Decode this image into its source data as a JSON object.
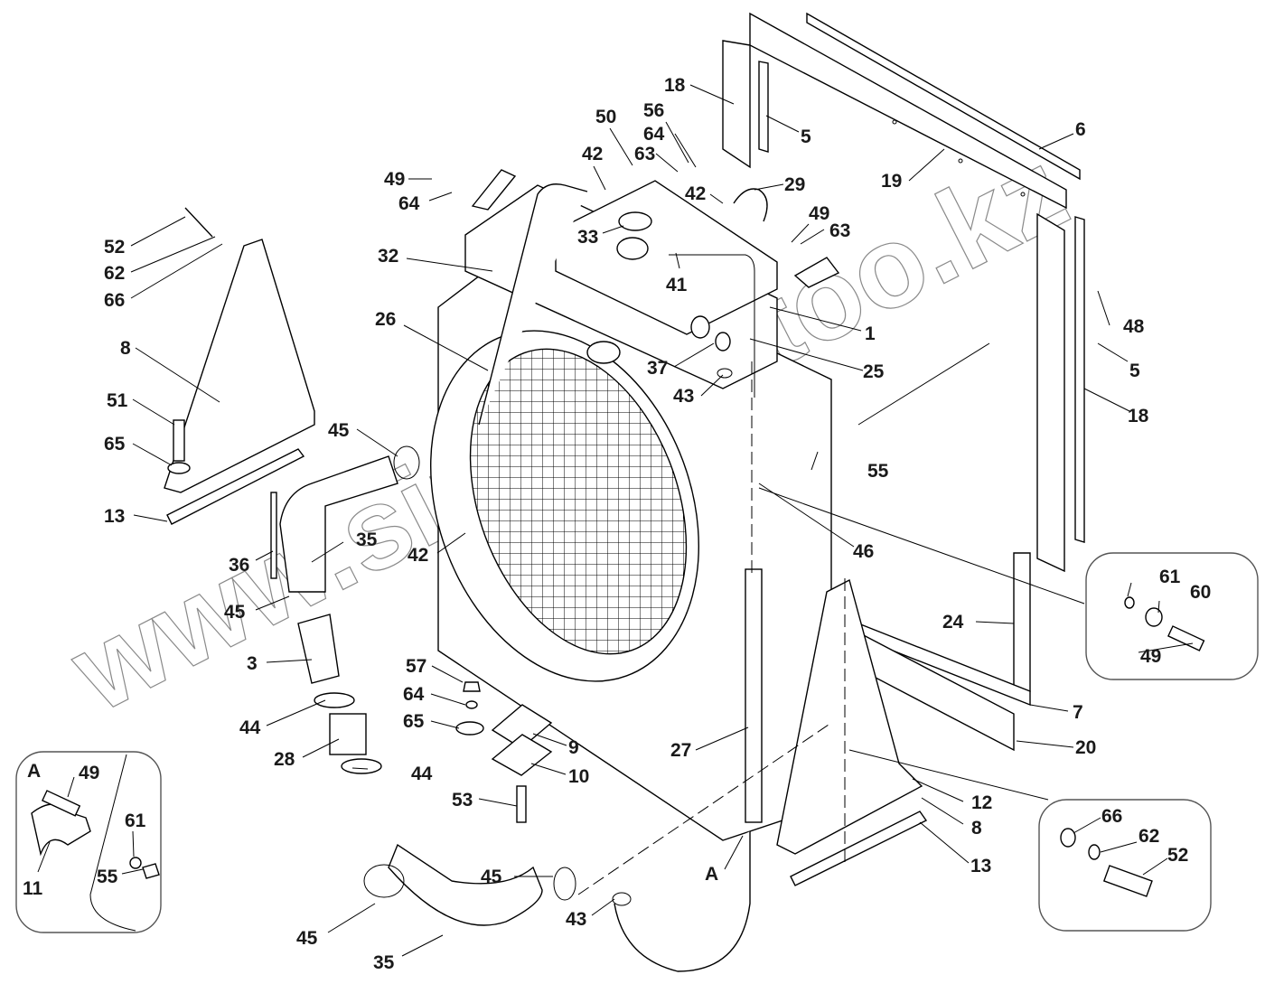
{
  "diagram": {
    "type": "exploded-parts-diagram",
    "subject": "radiator assembly",
    "watermark": "www.sinhron-too.kz",
    "detail_views": [
      {
        "id": "A",
        "label": "A",
        "callouts": [
          "49",
          "11",
          "61",
          "55"
        ]
      },
      {
        "id": "right-upper",
        "callouts": [
          "61",
          "60",
          "49"
        ]
      },
      {
        "id": "right-lower",
        "callouts": [
          "66",
          "62",
          "52"
        ]
      }
    ],
    "callouts": {
      "c1": "1",
      "c3": "3",
      "c5a": "5",
      "c5b": "5",
      "c6": "6",
      "c7": "7",
      "c8a": "8",
      "c8b": "8",
      "c9": "9",
      "c10": "10",
      "c11": "11",
      "c12": "12",
      "c13a": "13",
      "c13b": "13",
      "c18a": "18",
      "c18b": "18",
      "c19": "19",
      "c20": "20",
      "c24": "24",
      "c25": "25",
      "c26": "26",
      "c27": "27",
      "c28": "28",
      "c29": "29",
      "c32": "32",
      "c33": "33",
      "c35a": "35",
      "c35b": "35",
      "c36": "36",
      "c37": "37",
      "c41": "41",
      "c42a": "42",
      "c42b": "42",
      "c42c": "42",
      "c43a": "43",
      "c43b": "43",
      "c44a": "44",
      "c44b": "44",
      "c45a": "45",
      "c45b": "45",
      "c45c": "45",
      "c45d": "45",
      "c46": "46",
      "c48": "48",
      "c49a": "49",
      "c49b": "49",
      "c49c": "49",
      "c49d": "49",
      "c50": "50",
      "c51": "51",
      "c52a": "52",
      "c52b": "52",
      "c53": "53",
      "c55a": "55",
      "c55b": "55",
      "c56": "56",
      "c57": "57",
      "c60": "60",
      "c61a": "61",
      "c61b": "61",
      "c62a": "62",
      "c62b": "62",
      "c63a": "63",
      "c63b": "63",
      "c64a": "64",
      "c64b": "64",
      "c64c": "64",
      "c65a": "65",
      "c65b": "65",
      "c66a": "66",
      "c66b": "66",
      "viewA_main": "A",
      "viewA_detail": "A"
    }
  }
}
